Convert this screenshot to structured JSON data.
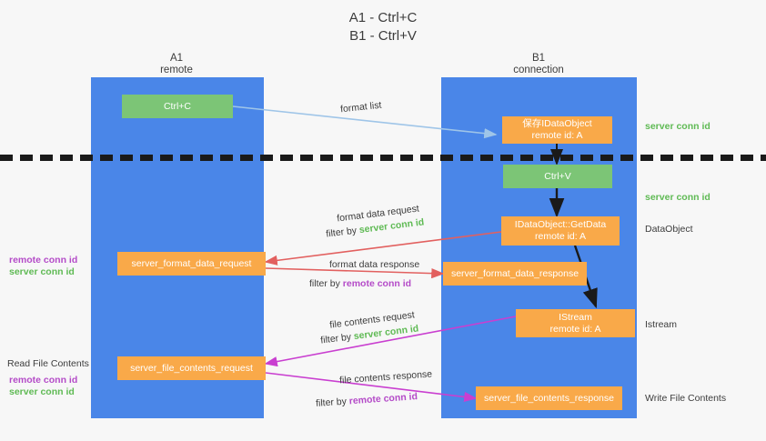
{
  "title": {
    "line1": "A1 - Ctrl+C",
    "line2": "B1 - Ctrl+V"
  },
  "lanes": [
    {
      "name": "A1",
      "subtitle": "remote"
    },
    {
      "name": "B1",
      "subtitle": "connection"
    }
  ],
  "boxes": {
    "ctrl_c": "Ctrl+C",
    "ctrl_v": "Ctrl+V",
    "idataobject": {
      "line1": "保存IDataObject",
      "line2": "remote id: A"
    },
    "getdata": {
      "line1": "IDataObject::GetData",
      "line2": "remote id: A"
    },
    "istream": {
      "line1": "IStream",
      "line2": "remote id: A"
    },
    "server_format_data_request": "server_format_data_request",
    "server_format_data_response": "server_format_data_response",
    "server_file_contents_request": "server_file_contents_request",
    "server_file_contents_response": "server_file_contents_response"
  },
  "arrow_labels": {
    "format_list": "format list",
    "format_data_request": "format data request",
    "format_data_request_filter_prefix": "filter by ",
    "format_data_request_filter_value": "server conn id",
    "format_data_response": "format data response",
    "format_data_response_filter_prefix": "filter by ",
    "format_data_response_filter_value": "remote conn id",
    "file_contents_request": "file contents request",
    "file_contents_request_filter_prefix": "filter by ",
    "file_contents_request_filter_value": "server conn id",
    "file_contents_response": "file contents response",
    "file_contents_response_filter_prefix": "filter by ",
    "file_contents_response_filter_value": "remote conn id"
  },
  "annotations": {
    "right_server_conn_id_top": "server conn id",
    "right_server_conn_id_second": "server conn id",
    "right_dataobject": "DataObject",
    "right_istream": "Istream",
    "right_write_file_contents": "Write File Contents",
    "left_remote_conn_id_1": "remote conn id",
    "left_server_conn_id_1": "server conn id",
    "left_read_file_contents": "Read File Contents",
    "left_remote_conn_id_2": "remote conn id",
    "left_server_conn_id_2": "server conn id"
  },
  "colors": {
    "lane": "#4a86e8",
    "green_box": "#7cc576",
    "orange_box": "#f9a949",
    "green_text": "#5fba54",
    "purple_text": "#b44bc8",
    "red_arrow": "#e2605f",
    "magenta_arrow": "#c93fd0",
    "lightblue_arrow": "#9fc5e8",
    "black_arrow": "#1a1a1a",
    "background": "#f7f7f7"
  }
}
